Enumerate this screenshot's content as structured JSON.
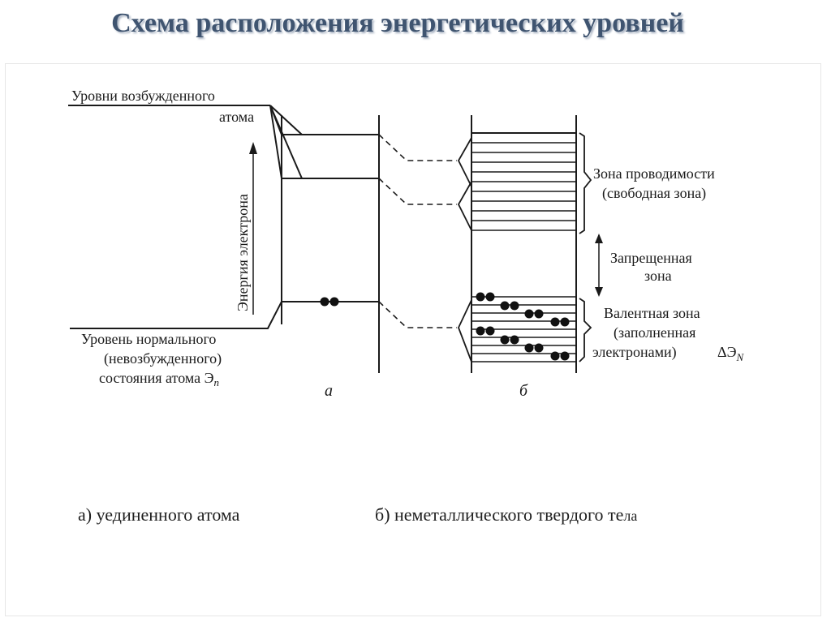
{
  "title": "Схема расположения энергетических уровней",
  "diagram": {
    "excited_label_1": "Уровни возбужденного",
    "excited_label_2": "атома",
    "energy_axis": "Энергия электрона",
    "ground_label_1": "Уровень нормального",
    "ground_label_2": "(невозбужденного)",
    "ground_label_3": "состояния атома Э",
    "ground_label_sub": "n",
    "conduction_label_1": "Зона проводимости",
    "conduction_label_2": "(свободная зона)",
    "forbidden_label_1": "Запрещенная",
    "forbidden_label_2": "зона",
    "valence_label_1": "Валентная зона",
    "valence_label_2": "(заполненная",
    "valence_label_3": "электронами)",
    "delta_label": "ΔЭ",
    "delta_sub": "N",
    "panel_a": "а",
    "panel_b": "б"
  },
  "captions": {
    "a": "а) уединенного атома",
    "b_main": "б) неметаллического твердого те",
    "b_small": "ла"
  }
}
